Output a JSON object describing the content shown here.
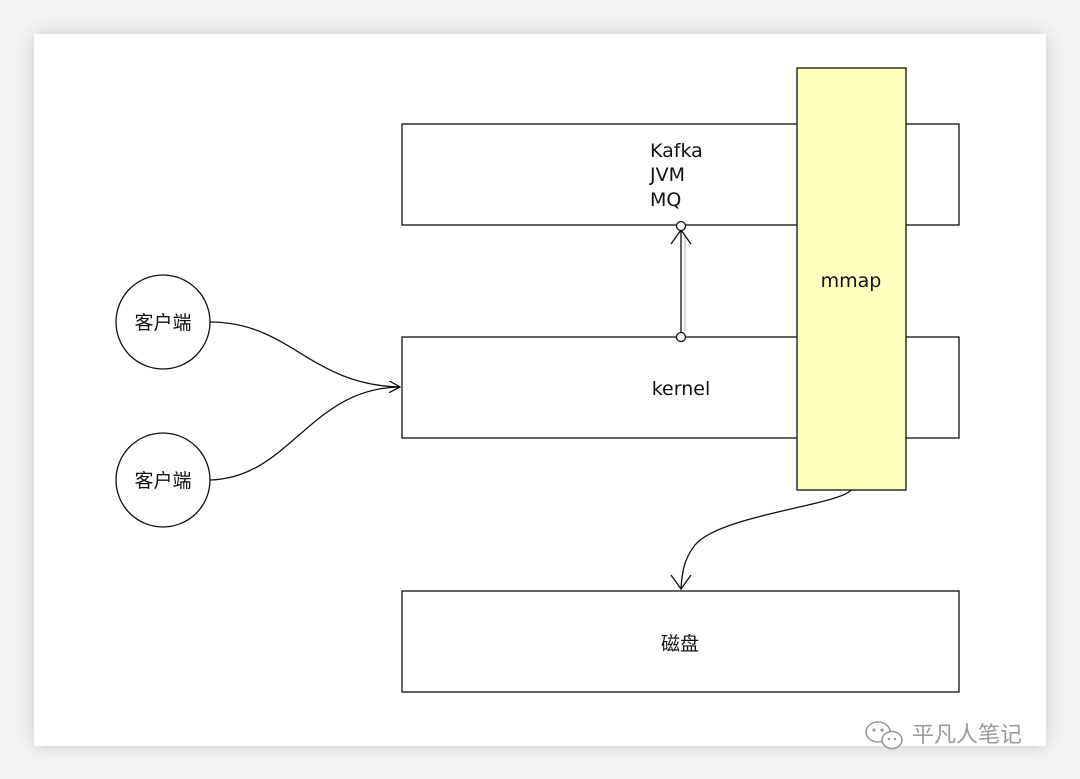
{
  "diagram": {
    "app_box": {
      "lines": [
        "Kafka",
        "JVM",
        "MQ"
      ]
    },
    "kernel_box": {
      "label": "kernel"
    },
    "disk_box": {
      "label": "磁盘"
    },
    "mmap_box": {
      "label": "mmap",
      "fill": "#ffffc0"
    },
    "client_top": {
      "label": "客户端"
    },
    "client_bottom": {
      "label": "客户端"
    }
  },
  "watermark": {
    "text": "平凡人笔记",
    "icon": "wechat-icon"
  }
}
